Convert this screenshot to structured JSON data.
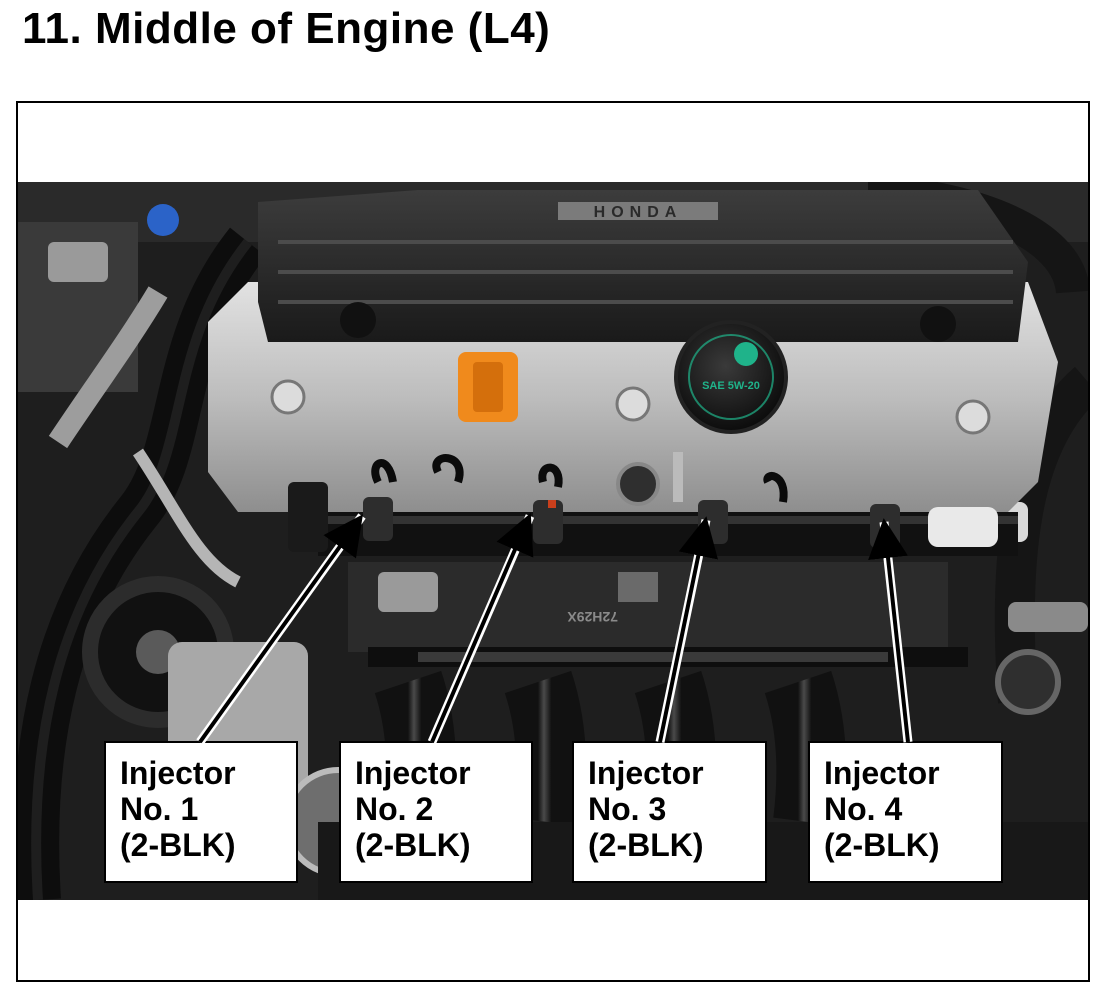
{
  "page": {
    "title": "11.  Middle of Engine (L4)"
  },
  "photo": {
    "cap_text": "SAE 5W-20",
    "cover_logo": "HONDA",
    "manifold_mark": "72H29X"
  },
  "callouts": [
    {
      "line1": "Injector",
      "line2": "No. 1",
      "line3": "(2-BLK)"
    },
    {
      "line1": "Injector",
      "line2": "No. 2",
      "line3": "(2-BLK)"
    },
    {
      "line1": "Injector",
      "line2": "No. 3",
      "line3": "(2-BLK)"
    },
    {
      "line1": "Injector",
      "line2": "No. 4",
      "line3": "(2-BLK)"
    }
  ],
  "colors": {
    "frame": "#000000",
    "oil_cap_accent": "#1fb38a",
    "engine_cover": "#c9c9c9",
    "dipstick": "#f08a1c"
  }
}
